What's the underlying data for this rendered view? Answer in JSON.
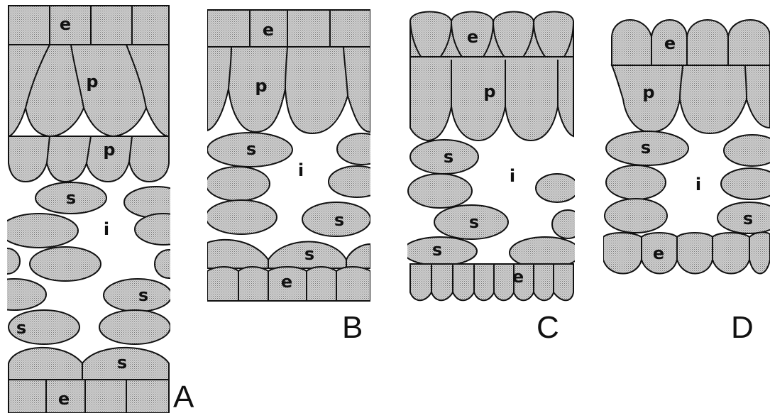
{
  "labels": {
    "epidermis": "e",
    "palisade": "p",
    "spongy": "s",
    "intercellular": "i"
  },
  "panels": {
    "A": {
      "letter": "A"
    },
    "B": {
      "letter": "B"
    },
    "C": {
      "letter": "C"
    },
    "D": {
      "letter": "D"
    }
  },
  "colors": {
    "cell_fill": "#c6c6c6",
    "stroke": "#111111",
    "background": "#ffffff"
  }
}
